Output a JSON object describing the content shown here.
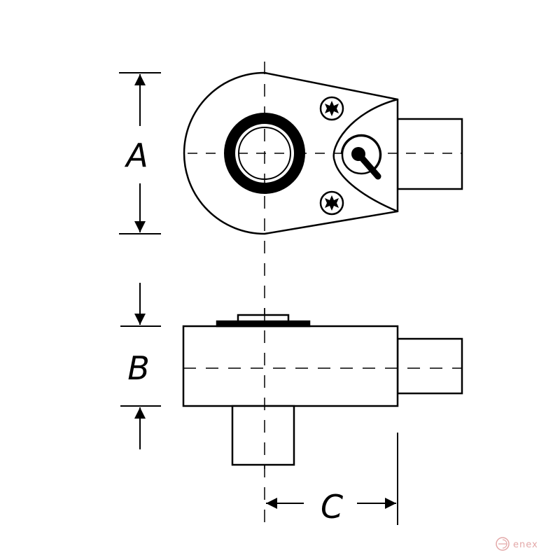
{
  "dimensions": {
    "a_label": "A",
    "b_label": "B",
    "c_label": "C"
  },
  "watermark": {
    "text": "enex"
  },
  "colors": {
    "line": "#000000",
    "background": "#ffffff",
    "watermark": "#e3a8a8"
  },
  "icons": {
    "screw": "torx-screw-icon",
    "lever": "reversing-lever-icon",
    "watermark": "enex-logo"
  }
}
